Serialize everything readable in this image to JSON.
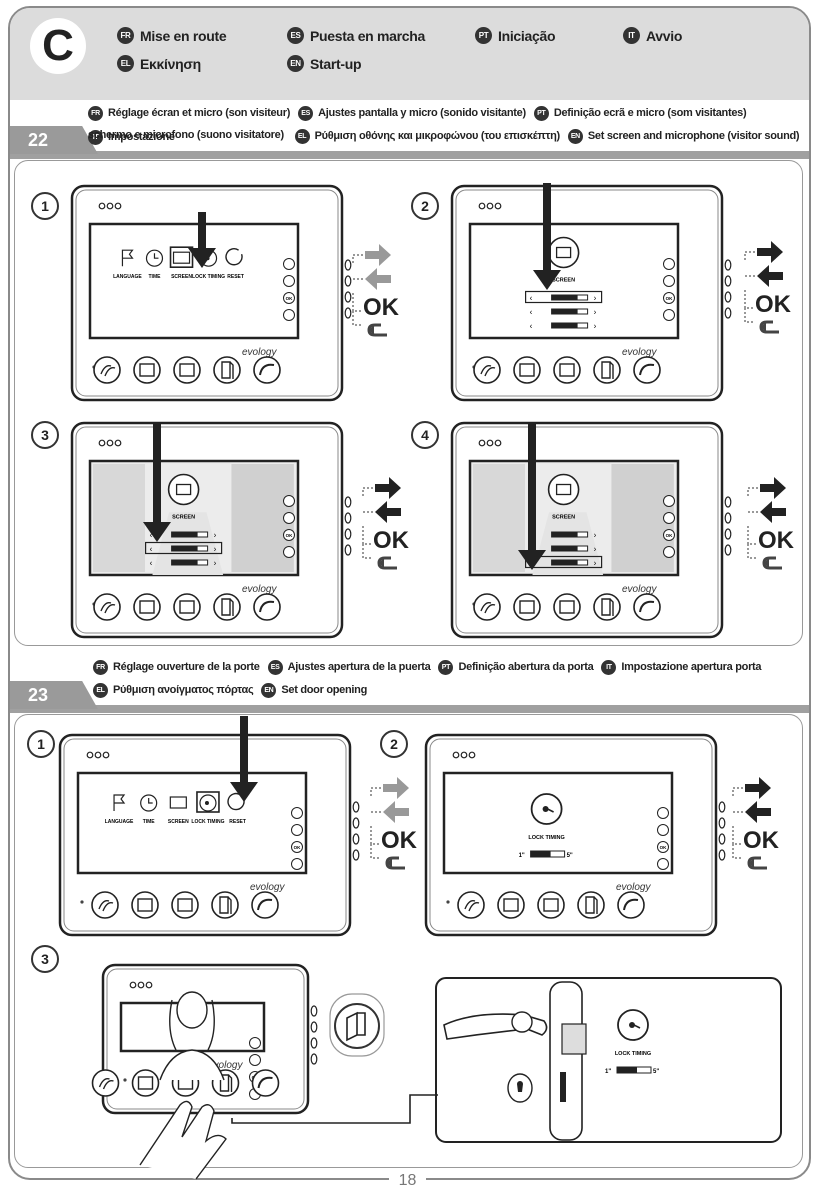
{
  "header": {
    "badge": "C",
    "langs": [
      {
        "code": "FR",
        "text": "Mise en route"
      },
      {
        "code": "ES",
        "text": "Puesta en marcha"
      },
      {
        "code": "PT",
        "text": "Iniciação"
      },
      {
        "code": "IT",
        "text": "Avvio"
      },
      {
        "code": "EL",
        "text": "Εκκίνηση"
      },
      {
        "code": "EN",
        "text": "Start-up"
      }
    ]
  },
  "section22": {
    "number": "22",
    "title_line1": [
      {
        "code": "FR",
        "text": "Réglage écran et micro (son visiteur)"
      },
      {
        "code": "ES",
        "text": "Ajustes pantalla y micro (sonido visitante)"
      },
      {
        "code": "PT",
        "text": "Definição ecrã e micro (som visitantes)"
      },
      {
        "code": "IT",
        "text": "Impostazione"
      }
    ],
    "title_line2_pre": "schermo e microfono (suono visitatore)",
    "title_line2": [
      {
        "code": "EL",
        "text": "Ρύθμιση οθόνης και μικροφώνου (του επισκέπτη)"
      },
      {
        "code": "EN",
        "text": "Set screen and microphone (visitor sound)"
      }
    ],
    "steps": [
      "1",
      "2",
      "3",
      "4"
    ]
  },
  "section23": {
    "number": "23",
    "title_line1": [
      {
        "code": "FR",
        "text": "Réglage ouverture de la porte"
      },
      {
        "code": "ES",
        "text": "Ajustes apertura de la puerta"
      },
      {
        "code": "PT",
        "text": "Definição abertura da porta"
      },
      {
        "code": "IT",
        "text": "Impostazione apertura porta"
      }
    ],
    "title_line2": [
      {
        "code": "EL",
        "text": "Ρύθμιση ανοίγματος πόρτας"
      },
      {
        "code": "EN",
        "text": "Set door opening"
      }
    ],
    "steps": [
      "1",
      "2",
      "3"
    ]
  },
  "monitor": {
    "brand": "evology",
    "menu": [
      "LANGUAGE",
      "TIME",
      "SCREEN",
      "LOCK TIMING",
      "RESET"
    ],
    "screen_label": "SCREEN",
    "lock_label": "LOCK TIMING",
    "lock_min": "1\"",
    "lock_max": "5\"",
    "side_btn_ok": "OK",
    "ok_label": "OK"
  },
  "page": "18"
}
